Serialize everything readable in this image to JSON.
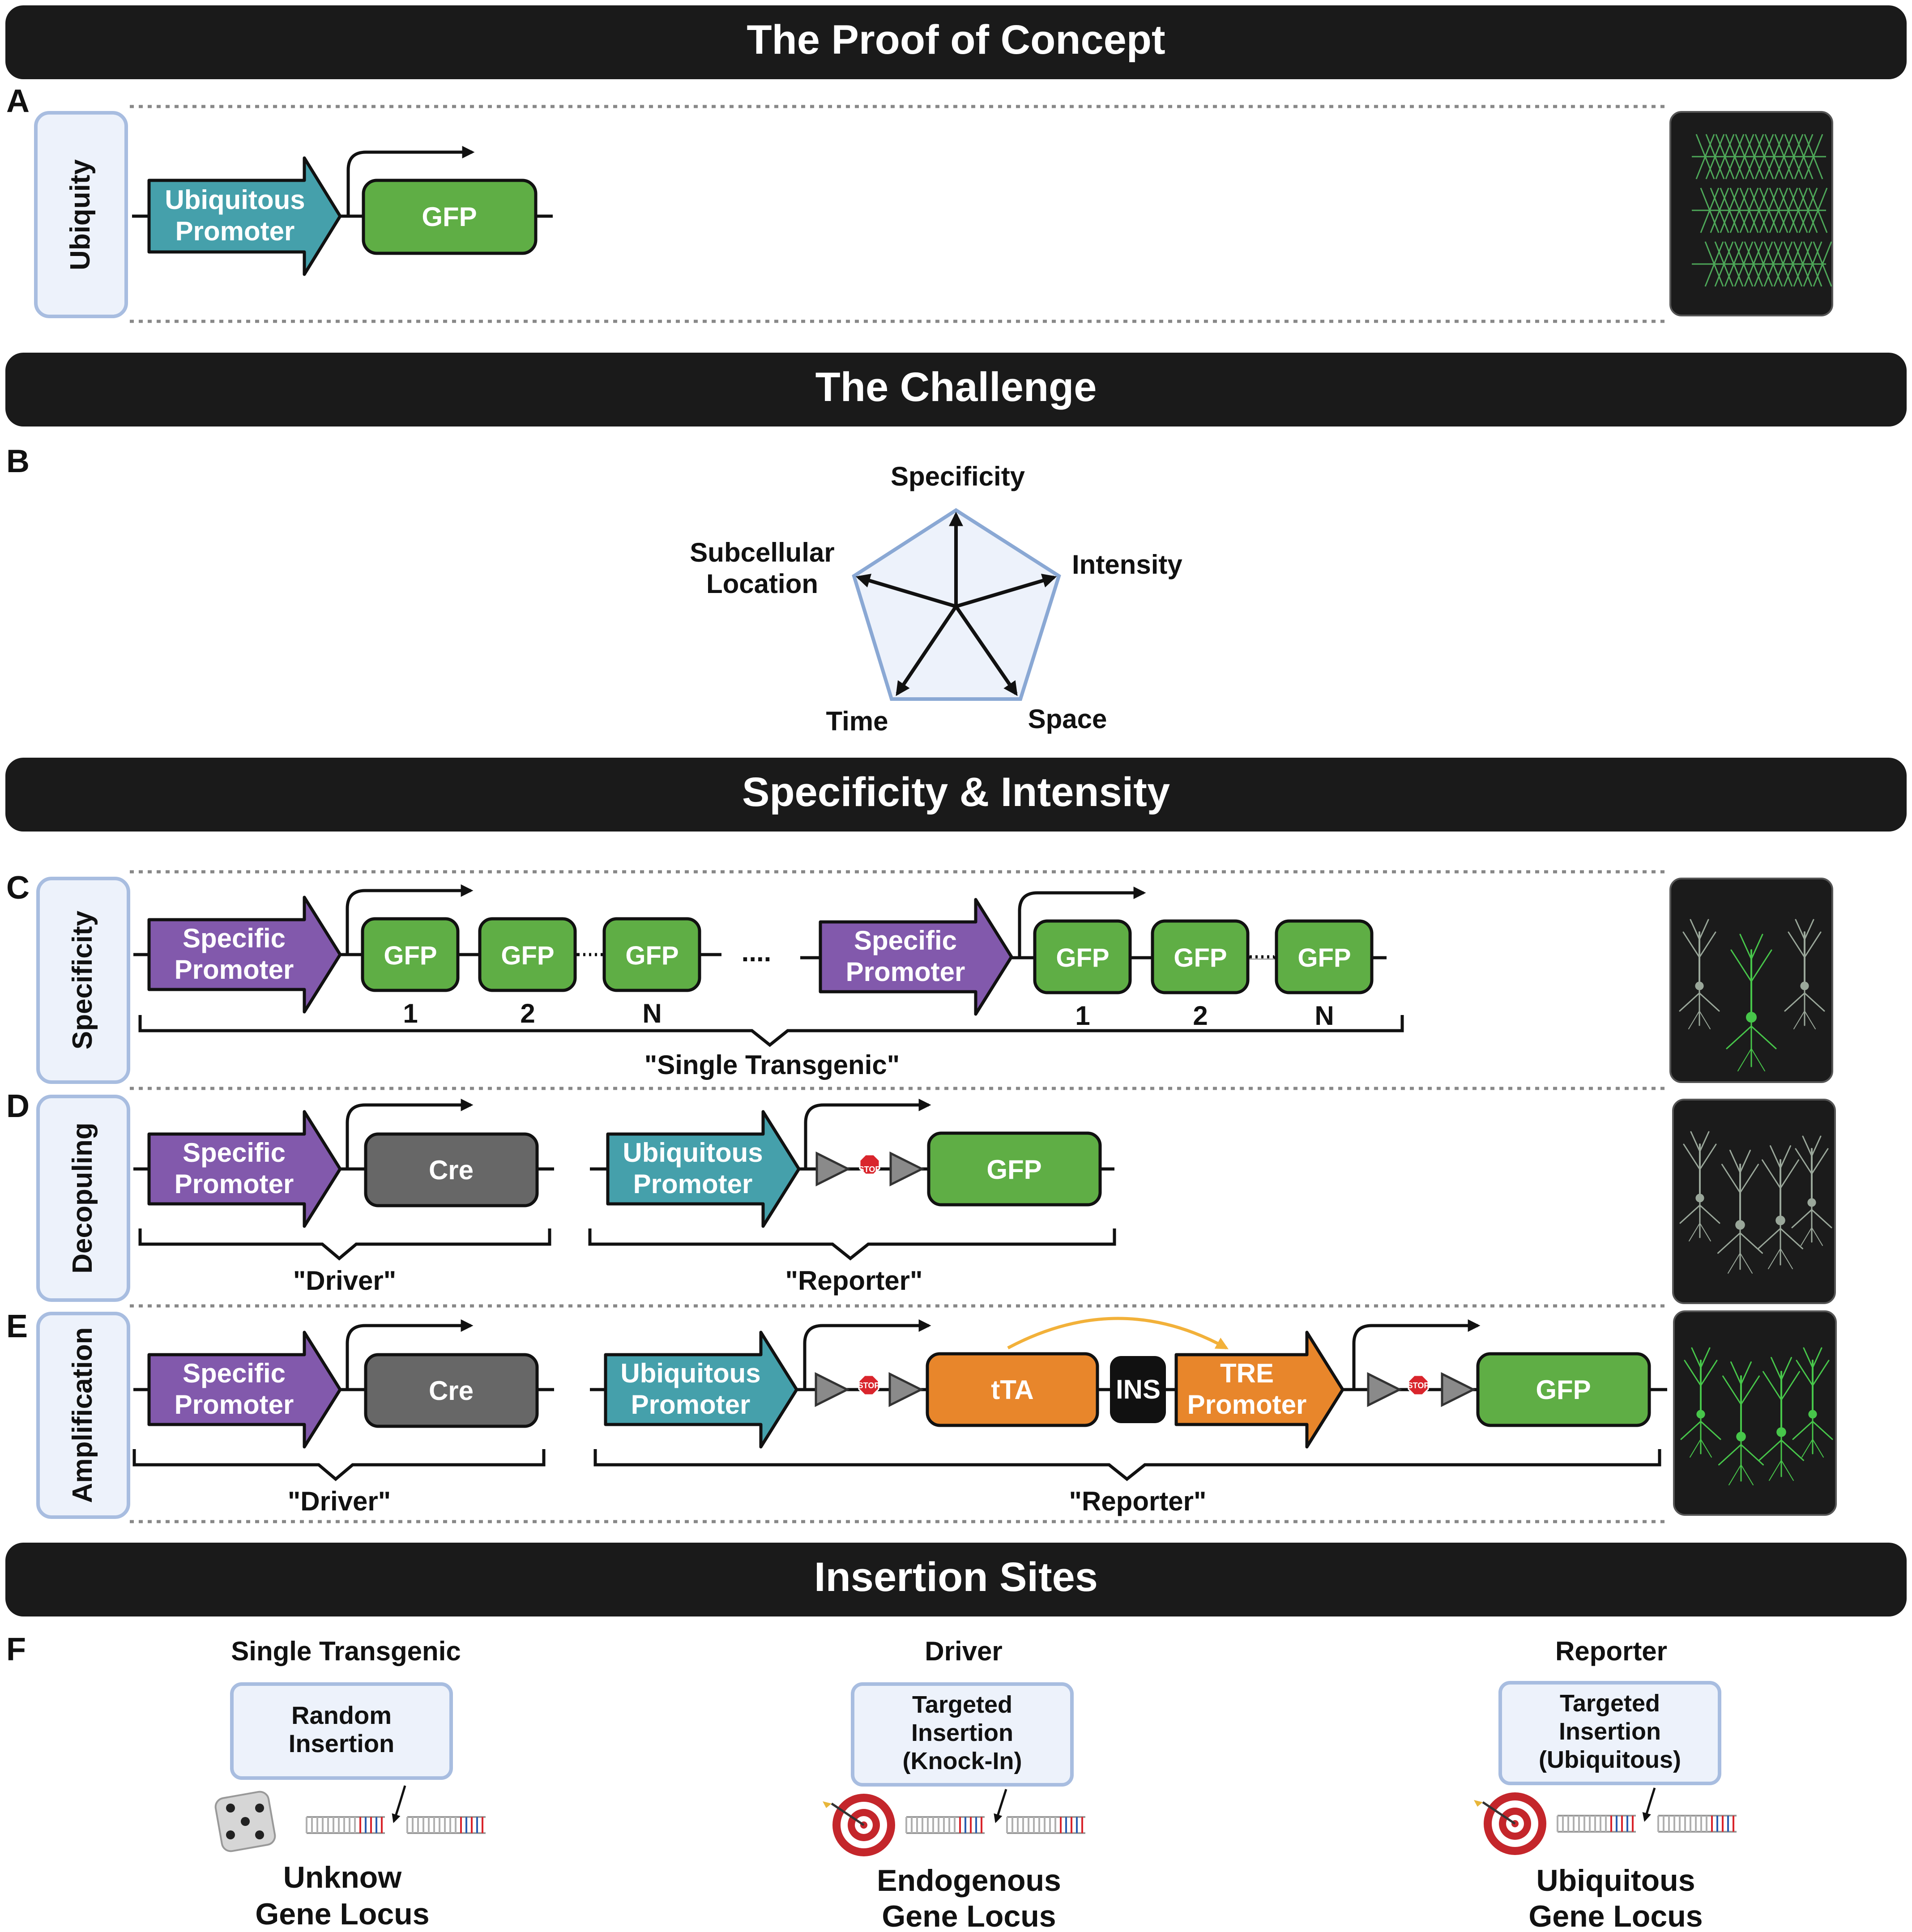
{
  "banners": {
    "proof": "The Proof of Concept",
    "challenge": "The Challenge",
    "spec_int": "Specificity & Intensity",
    "insertion": "Insertion Sites"
  },
  "panel_letters": {
    "a": "A",
    "b": "B",
    "c": "C",
    "d": "D",
    "e": "E",
    "f": "F"
  },
  "row_labels": {
    "ubiquity": "Ubiquity",
    "specificity": "Specificity",
    "decoupling": "Decopuling",
    "amplification": "Amplification"
  },
  "panel_a": {
    "promoter": [
      "Ubiquitous",
      "Promoter"
    ],
    "gene": "GFP"
  },
  "panel_b": {
    "axes": {
      "top": "Specificity",
      "right": "Intensity",
      "left": [
        "Subcellular",
        "Location"
      ],
      "bottom_left": "Time",
      "bottom_right": "Space"
    }
  },
  "panel_c": {
    "promoter": [
      "Specific",
      "Promoter"
    ],
    "gene": "GFP",
    "copy_numbers": [
      "1",
      "2",
      "N"
    ],
    "ellipsis": "....",
    "bracket_label": "\"Single Transgenic\""
  },
  "panel_d": {
    "promoter": [
      "Specific",
      "Promoter"
    ],
    "cre": "Cre",
    "reporter_promoter": [
      "Ubiquitous",
      "Promoter"
    ],
    "stop": "STOP",
    "gene": "GFP",
    "driver_label": "\"Driver\"",
    "reporter_label": "\"Reporter\""
  },
  "panel_e": {
    "promoter": [
      "Specific",
      "Promoter"
    ],
    "cre": "Cre",
    "reporter_promoter": [
      "Ubiquitous",
      "Promoter"
    ],
    "stop": "STOP",
    "tta": "tTA",
    "ins": "INS",
    "tre": [
      "TRE",
      "Promoter"
    ],
    "gene": "GFP",
    "driver_label": "\"Driver\"",
    "reporter_label": "\"Reporter\""
  },
  "panel_f": {
    "columns": [
      {
        "heading": "Single Transgenic",
        "box": [
          "Random",
          "Insertion"
        ],
        "locus": [
          "Unknow",
          "Gene Locus"
        ],
        "icon": "dice-icon"
      },
      {
        "heading": "Driver",
        "box": [
          "Targeted",
          "Insertion",
          "(Knock-In)"
        ],
        "locus": [
          "Endogenous",
          "Gene Locus"
        ],
        "icon": "target-icon"
      },
      {
        "heading": "Reporter",
        "box": [
          "Targeted",
          "Insertion",
          "(Ubiquitous)"
        ],
        "locus": [
          "Ubiquitous",
          "Gene Locus"
        ],
        "icon": "target-icon"
      }
    ]
  },
  "colors": {
    "banner": "#1a1a1a",
    "teal_promoter": "#45a0ab",
    "purple_promoter": "#8259ac",
    "gfp": "#5fae45",
    "cre": "#676767",
    "tta": "#e8862b",
    "stop": "#d9252c",
    "label_fill": "#edf2fb",
    "label_stroke": "#a8bde0",
    "neuron_bright": "#47c64a",
    "neuron_dim": "#9aa79a"
  }
}
